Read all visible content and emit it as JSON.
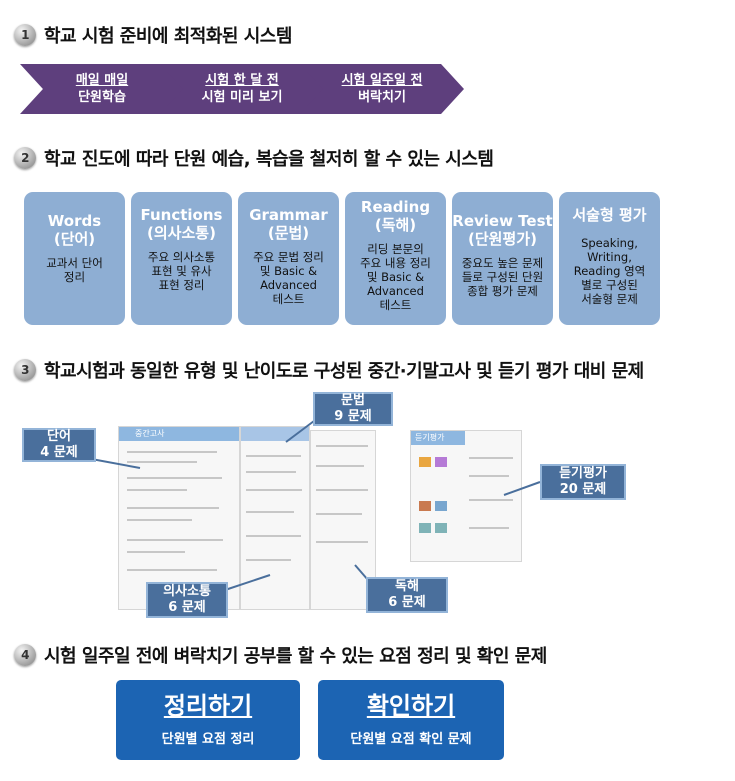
{
  "sections": [
    {
      "num": "1",
      "title": "학교 시험 준비에 최적화된 시스템"
    },
    {
      "num": "2",
      "title": "학교 진도에 따라 단원 예습, 복습을 철저히 할 수 있는 시스템"
    },
    {
      "num": "3",
      "title": "학교시험과 동일한 유형 및 난이도로 구성된 중간·기말고사 및 듣기 평가 대비 문제"
    },
    {
      "num": "4",
      "title": "시험 일주일 전에 벼락치기 공부를 할 수 있는 요점 정리 및 확인 문제"
    }
  ],
  "steps": [
    {
      "line1": "매일 매일",
      "line2": "단원학습"
    },
    {
      "line1": "시험 한 달 전",
      "line2": "시험 미리 보기"
    },
    {
      "line1": "시험 일주일 전",
      "line2": "벼락치기"
    }
  ],
  "boxes": [
    {
      "title": "Words",
      "sub": "(단어)",
      "desc": [
        "교과서 단어",
        "정리"
      ]
    },
    {
      "title": "Functions",
      "sub": "(의사소통)",
      "desc": [
        "주요 의사소통",
        "표현 및 유사",
        "표현 정리"
      ]
    },
    {
      "title": "Grammar",
      "sub": "(문법)",
      "desc": [
        "주요 문법 정리",
        "및 Basic &",
        "Advanced",
        "테스트"
      ]
    },
    {
      "title": "Reading",
      "sub": "(독해)",
      "desc": [
        "리딩 본문의",
        "주요 내용 정리",
        "및 Basic &",
        "Advanced",
        "테스트"
      ]
    },
    {
      "title": "Review Test",
      "sub": "(단원평가)",
      "desc": [
        "중요도 높은 문제",
        "들로 구성된 단원",
        "종합 평가 문제"
      ]
    },
    {
      "title": "서술형 평가",
      "sub": "",
      "desc": [
        "Speaking,",
        "Writing,",
        "Reading 영역",
        "별로 구성된",
        "서술형 문제"
      ]
    }
  ],
  "callouts": {
    "words": {
      "l1": "단어",
      "l2": "4 문제"
    },
    "grammar": {
      "l1": "문법",
      "l2": "9 문제"
    },
    "listening": {
      "l1": "듣기평가",
      "l2": "20 문제"
    },
    "functions": {
      "l1": "의사소통",
      "l2": "6 문제"
    },
    "reading": {
      "l1": "독해",
      "l2": "6 문제"
    }
  },
  "sheet_labels": {
    "midterm": "중간고사",
    "listening": "듣기평가"
  },
  "buttons": [
    {
      "title": "정리하기",
      "sub": "단원별 요점 정리"
    },
    {
      "title": "확인하기",
      "sub": "단원별 요점 확인 문제"
    }
  ]
}
